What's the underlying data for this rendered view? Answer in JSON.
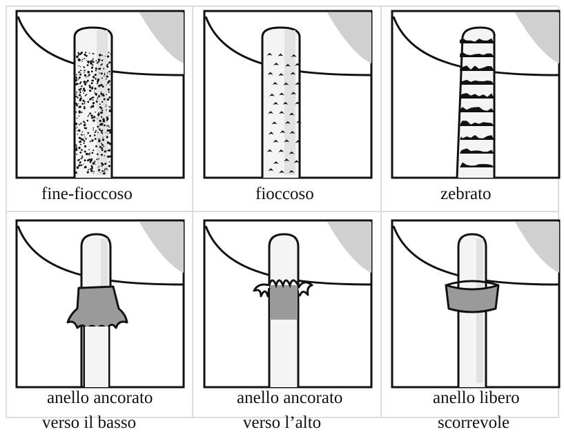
{
  "title": "",
  "colors": {
    "outline": "#111111",
    "background": "#ffffff",
    "cap_shadow": "#d0d0d0",
    "ring_fill": "#9a9a9a",
    "grid_line": "#dcdcdc"
  },
  "rows": [
    {
      "cells": [
        {
          "caption_line1": "fine-fioccoso",
          "caption_line2": "",
          "icon": "finely-floccose-stem-icon"
        },
        {
          "caption_line1": "fioccoso",
          "caption_line2": "",
          "icon": "floccose-stem-icon"
        },
        {
          "caption_line1": "zebrato",
          "caption_line2": "",
          "icon": "zebra-patterned-stem-icon"
        }
      ]
    },
    {
      "cells": [
        {
          "caption_line1": "anello ancorato",
          "caption_line2": "verso il basso",
          "icon": "ring-anchored-downward-icon"
        },
        {
          "caption_line1": "anello ancorato",
          "caption_line2": "verso l’alto",
          "icon": "ring-anchored-upward-icon"
        },
        {
          "caption_line1": "anello libero",
          "caption_line2": "scorrevole",
          "icon": "free-sliding-ring-icon"
        }
      ]
    }
  ]
}
